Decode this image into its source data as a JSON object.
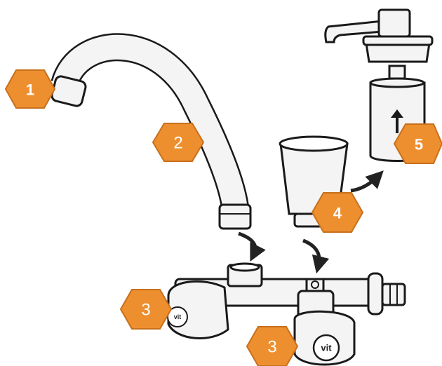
{
  "colors": {
    "badge_fill": "#ee8f2f",
    "badge_stroke": "#c86f1c",
    "outline": "#1a1a1a",
    "part_fill": "#f4f4f4",
    "arrow": "#222222"
  },
  "badges": [
    {
      "id": "1",
      "text": "1",
      "style": "bold"
    },
    {
      "id": "2",
      "text": "2",
      "style": "light"
    },
    {
      "id": "3a",
      "text": "3",
      "style": "light"
    },
    {
      "id": "3b",
      "text": "3",
      "style": "light"
    },
    {
      "id": "4",
      "text": "4",
      "style": "bold"
    },
    {
      "id": "5",
      "text": "5",
      "style": "bold"
    }
  ],
  "brand": {
    "text_small": "vit",
    "text_large": "vit"
  },
  "icons": [
    "curved-arrow-icon",
    "up-arrow-icon"
  ]
}
